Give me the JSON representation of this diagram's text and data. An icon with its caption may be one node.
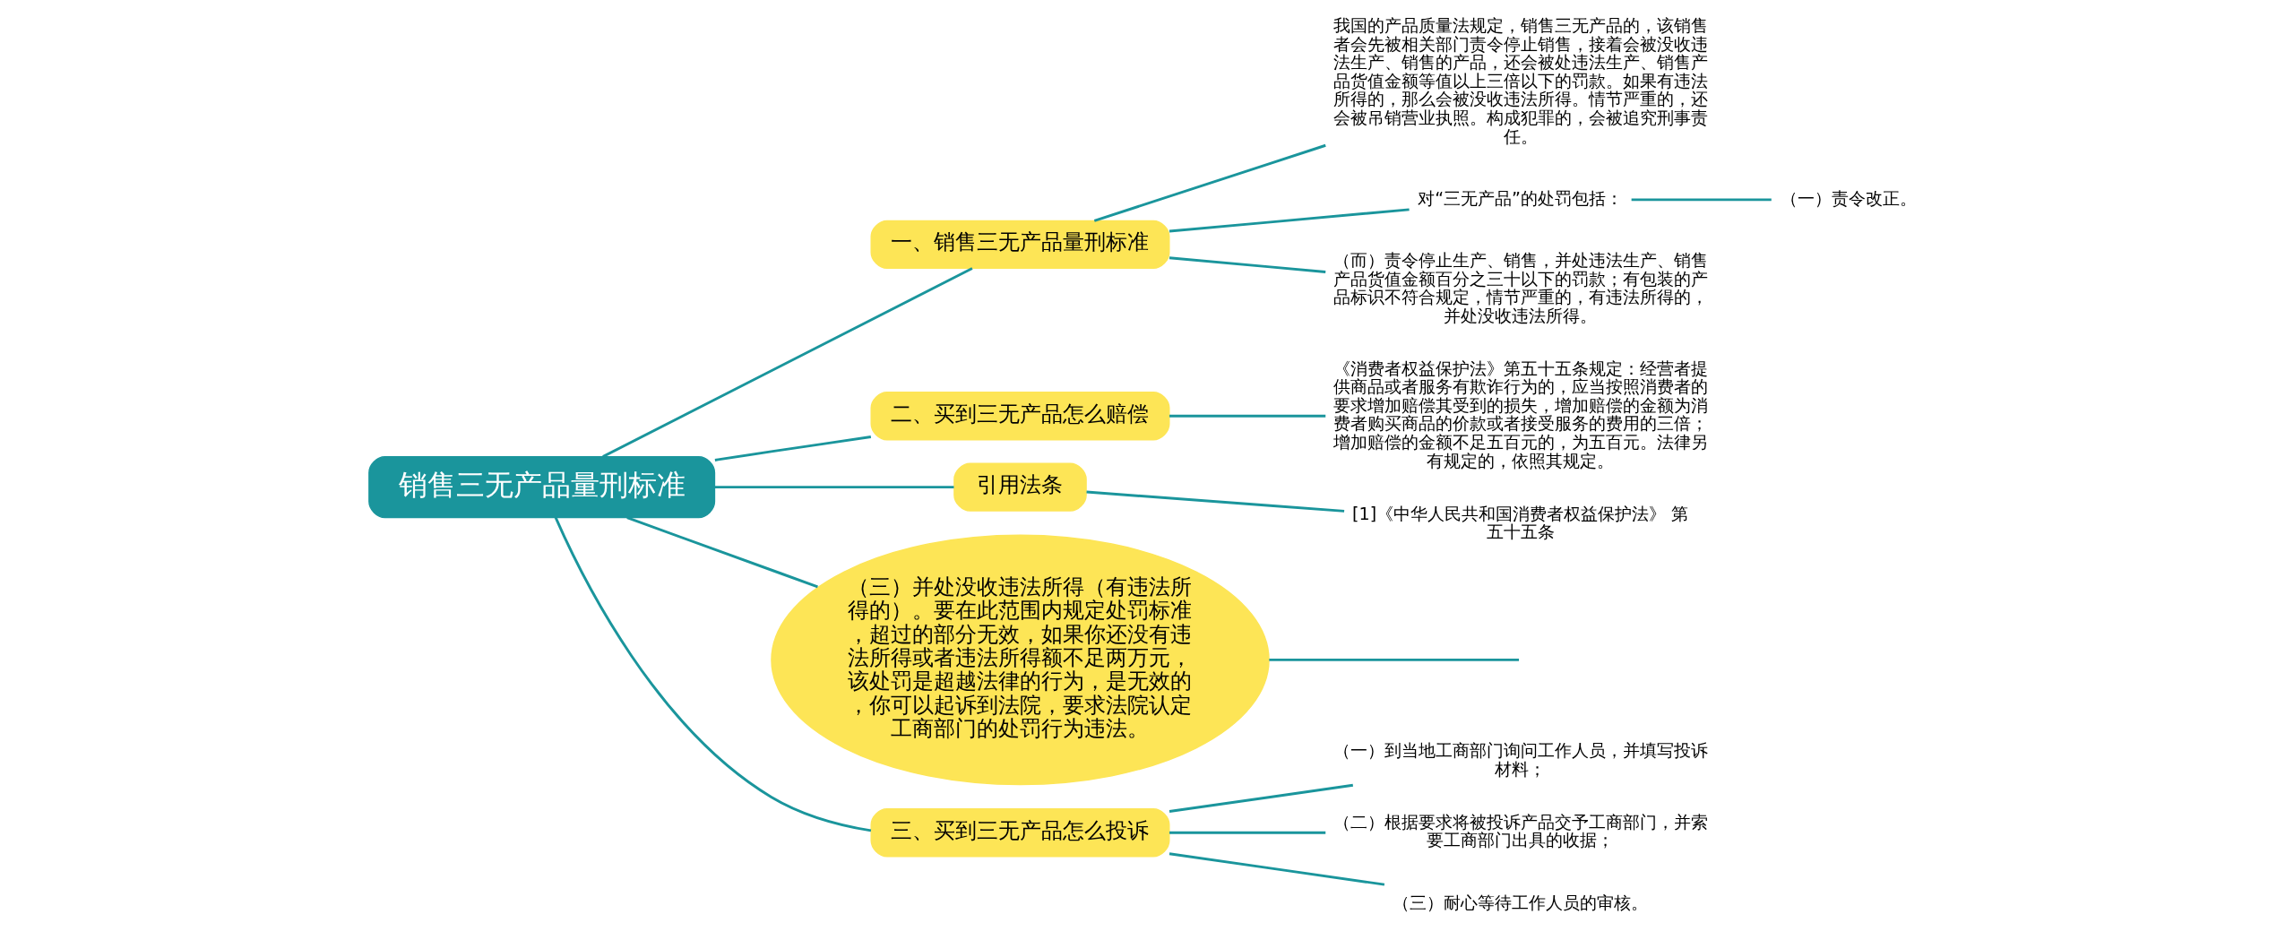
{
  "diagram": {
    "nodes": [
      {
        "text": [
          "销售三无产品量刑标准"
        ]
      },
      {
        "text": [
          "一、销售三无产品量刑标准"
        ]
      },
      {
        "text": [
          "我国的产品质量法规定，销售三无产品的，该销售者会先被相关部门责令停止销售，接着会被没收违法生产、销售的产品，还会被处违法生产、销售产品货值金额等值以上三倍以下的罚款。如果有违法所得的，那么会被没收违法所得。情节严重的，还会被吊销营业执照。构成犯罪的，会被追究刑事责任。"
        ]
      },
      {
        "text": [
          "对“三无产品”的处罚包括："
        ]
      },
      {
        "text": [
          "（一）责令改正。"
        ]
      },
      {
        "text": [
          "（而）责令停止生产、销售，并处违法生产、销售产品货值金额百分之三十以下的罚款；有包装的产品标识不符合规定，情节严重的，有违法所得的，并处没收违法所得。"
        ]
      },
      {
        "text": [
          "二、买到三无产品怎么赔偿"
        ]
      },
      {
        "text": [
          "《消费者权益保护法》第五十五条规定：经营者提供商品或者服务有欺诈行为的，应当按照消费者的要求增加赔偿其受到的损失，增加赔偿的金额为消费者购买商品的价款或者接受服务的费用的三倍；增加赔偿的金额不足五百元的，为五百元。法律另有规定的，依照其规定。"
        ]
      },
      {
        "text": [
          "引用法条"
        ]
      },
      {
        "text": [
          "[1]《中华人民共和国消费者权益保护法》 第五十五条"
        ]
      },
      {
        "text": [
          "（三）并处没收违法所得（有违法所得的）。要在此范围内规定处罚标准，超过的部分无效，如果你还没有违法所得或者违法所得额不足两万元，该处罚是超越法律的行为，是无效的，你可以起诉到法院，要求法院认定工商部门的处罚行为违法。"
        ]
      },
      {
        "text": [
          "三、买到三无产品怎么投诉"
        ]
      },
      {
        "text": [
          "（一）到当地工商部门询问工作人员，并填写投诉材料；"
        ]
      },
      {
        "text": [
          "（二）根据要求将被投诉产品交予工商部门，并索要工商部门出具的收据；"
        ]
      },
      {
        "text": [
          "（三）耐心等待工作人员的审核。"
        ]
      }
    ],
    "edges": [
      {
        "from": 0,
        "to": 1,
        "arrow": "none"
      },
      {
        "from": 1,
        "to": 2,
        "arrow": "none"
      },
      {
        "from": 1,
        "to": 3,
        "arrow": "none"
      },
      {
        "from": 3,
        "to": 4,
        "arrow": "none"
      },
      {
        "from": 1,
        "to": 5,
        "arrow": "none"
      },
      {
        "from": 0,
        "to": 6,
        "arrow": "none"
      },
      {
        "from": 6,
        "to": 7,
        "arrow": "none"
      },
      {
        "from": 0,
        "to": 8,
        "arrow": "none"
      },
      {
        "from": 8,
        "to": 9,
        "arrow": "none"
      },
      {
        "from": 0,
        "to": 10,
        "arrow": "none"
      },
      {
        "from": 10,
        "to": null,
        "arrow": "none"
      },
      {
        "from": 0,
        "to": 11,
        "arrow": "none"
      },
      {
        "from": 11,
        "to": 12,
        "arrow": "none"
      },
      {
        "from": 11,
        "to": 13,
        "arrow": "none"
      },
      {
        "from": 11,
        "to": 14,
        "arrow": "none"
      }
    ]
  }
}
